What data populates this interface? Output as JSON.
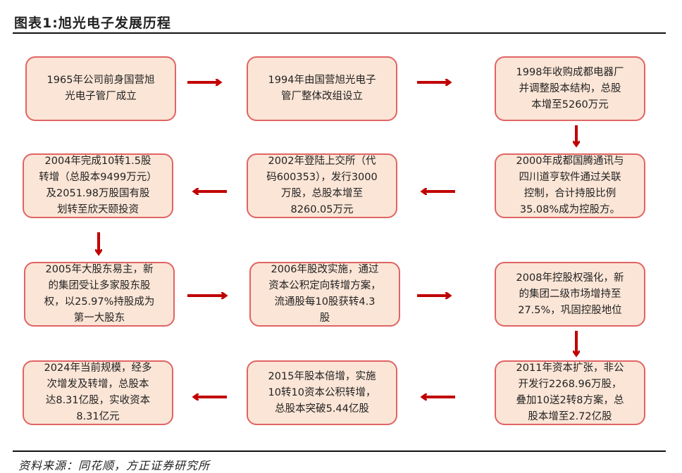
{
  "title": "图表1:旭光电子发展历程",
  "source": "资料来源：同花顺，方正证券研究所",
  "colors": {
    "box_fill": "#fbe5d6",
    "box_border": "#e06464",
    "arrow": "#c00000"
  },
  "milestones": [
    {
      "lines": [
        "1965年公司前身国营旭",
        "光电子管厂成立"
      ]
    },
    {
      "lines": [
        "1994年由国营旭光电子",
        "管厂整体改组设立"
      ]
    },
    {
      "lines": [
        "1998年收购成都电器厂",
        "并调整股本结构，总股",
        "本增至5260万元"
      ]
    },
    {
      "lines": [
        "2000年成都国腾通讯与",
        "四川道亨软件通过关联",
        "控制，合计持股比例",
        "35.08%成为控股方。"
      ]
    },
    {
      "lines": [
        "2002年登陆上交所（代",
        "码600353），发行3000",
        "万股，总股本增至",
        "8260.05万元"
      ]
    },
    {
      "lines": [
        "2004年完成10转1.5股",
        "转增（总股本9499万元）",
        "及2051.98万股国有股",
        "划转至欣天颐投资"
      ]
    },
    {
      "lines": [
        "2005年大股东易主，新",
        "的集团受让多家股东股",
        "权，以25.97%持股成为",
        "第一大股东"
      ]
    },
    {
      "lines": [
        "2006年股改实施，通过",
        "资本公积定向转增方案，",
        "流通股每10股获转4.3",
        "股"
      ]
    },
    {
      "lines": [
        "2008年控股权强化，新",
        "的集团二级市场增持至",
        "27.5%，巩固控股地位"
      ]
    },
    {
      "lines": [
        "2011年资本扩张，非公",
        "开发行2268.96万股，",
        "叠加10送2转8方案，总",
        "股本增至2.72亿股"
      ]
    },
    {
      "lines": [
        "2015年股本倍增，实施",
        "10转10资本公积转增，",
        "总股本突破5.44亿股"
      ]
    },
    {
      "lines": [
        "2024年当前规模，经多",
        "次增发及转增，总股本",
        "达8.31亿股，实收资本",
        "8.31亿元"
      ]
    }
  ]
}
